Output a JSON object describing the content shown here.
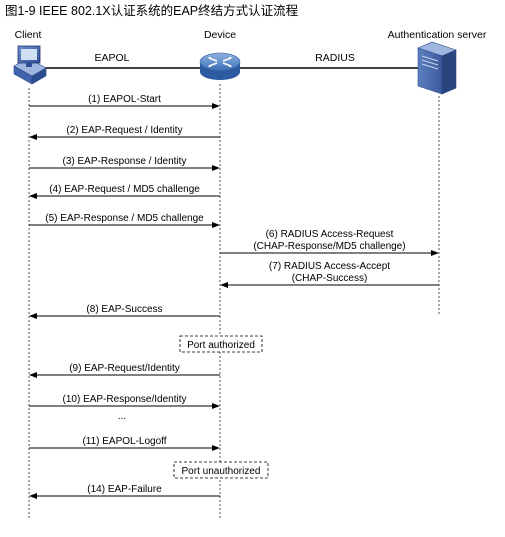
{
  "title": "图1-9 IEEE 802.1X认证系统的EAP终结方式认证流程",
  "parties": {
    "client": "Client",
    "device": "Device",
    "server": "Authentication server"
  },
  "links": {
    "left": "EAPOL",
    "right": "RADIUS"
  },
  "messages": [
    {
      "id": "m1",
      "from": "client",
      "to": "device",
      "lines": [
        "(1) EAPOL-Start"
      ]
    },
    {
      "id": "m2",
      "from": "device",
      "to": "client",
      "lines": [
        "(2) EAP-Request / Identity"
      ]
    },
    {
      "id": "m3",
      "from": "client",
      "to": "device",
      "lines": [
        "(3) EAP-Response / Identity"
      ]
    },
    {
      "id": "m4",
      "from": "device",
      "to": "client",
      "lines": [
        "(4) EAP-Request / MD5 challenge"
      ]
    },
    {
      "id": "m5",
      "from": "client",
      "to": "device",
      "lines": [
        "(5) EAP-Response / MD5 challenge"
      ]
    },
    {
      "id": "m6",
      "from": "device",
      "to": "server",
      "lines": [
        "(6) RADIUS Access-Request",
        "(CHAP-Response/MD5 challenge)"
      ]
    },
    {
      "id": "m7",
      "from": "server",
      "to": "device",
      "lines": [
        "(7) RADIUS Access-Accept",
        "(CHAP-Success)"
      ]
    },
    {
      "id": "m8",
      "from": "device",
      "to": "client",
      "lines": [
        "(8) EAP-Success"
      ]
    },
    {
      "id": "m9",
      "from": "device",
      "to": "client",
      "lines": [
        "(9) EAP-Request/Identity"
      ]
    },
    {
      "id": "m10",
      "from": "client",
      "to": "device",
      "lines": [
        "(10) EAP-Response/Identity"
      ]
    },
    {
      "id": "m11",
      "from": "client",
      "to": "device",
      "lines": [
        "(11) EAPOL-Logoff"
      ]
    },
    {
      "id": "m14",
      "from": "device",
      "to": "client",
      "lines": [
        "(14) EAP-Failure"
      ]
    }
  ],
  "notes": {
    "port_authorized": "Port authorized",
    "port_unauthorized": "Port unauthorized",
    "ellipsis": "..."
  }
}
